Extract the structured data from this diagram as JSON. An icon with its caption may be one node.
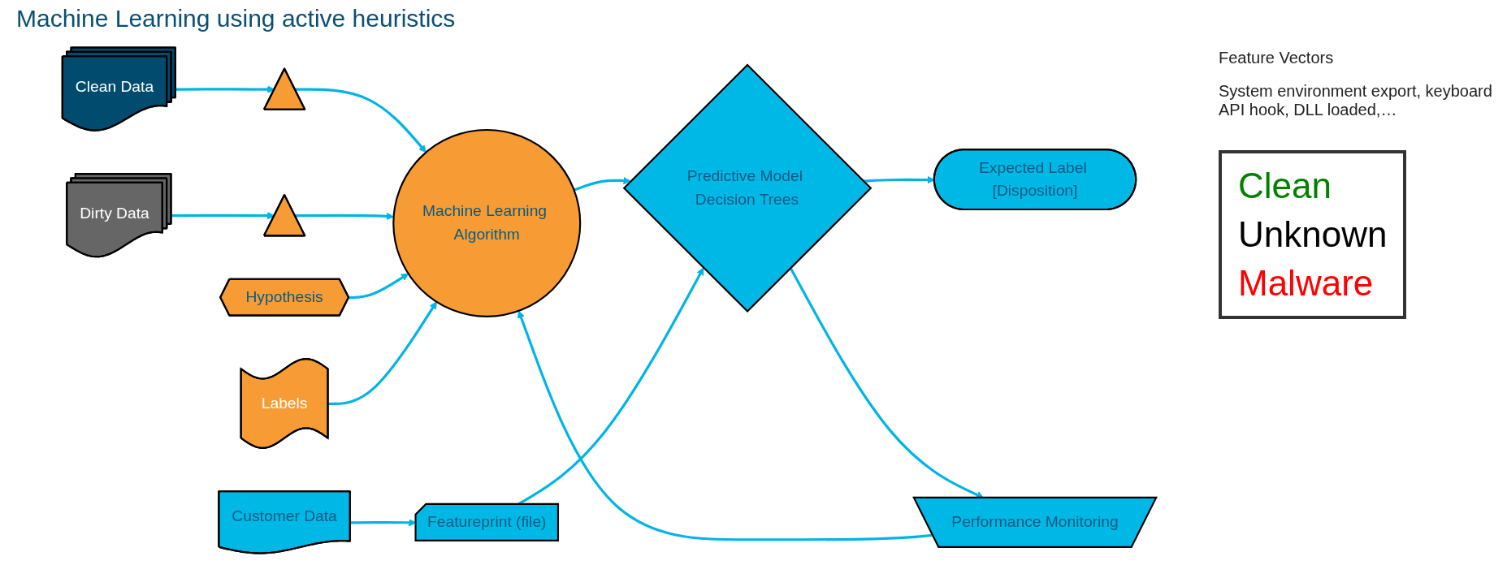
{
  "diagram": {
    "title": "Machine Learning using active heuristics",
    "nodes": [
      {
        "text": [
          "Hypothesis"
        ]
      },
      {
        "text": [
          "Clean Data"
        ]
      },
      {
        "text": [],
        "shape": "triangle"
      },
      {
        "text": [
          "Machine Learning Algorithm"
        ]
      },
      {
        "text": [
          "Featureprint (file)"
        ]
      },
      {
        "text": [
          "Customer Data"
        ]
      },
      {
        "text": [
          "Dirty Data"
        ]
      },
      {
        "text": [],
        "shape": "triangle"
      },
      {
        "text": [
          "Predictive Model Decision Trees"
        ]
      },
      {
        "text": [
          "Expected Label [Disposition]"
        ]
      },
      {
        "text": [
          "Labels"
        ]
      },
      {
        "text": [
          "Performance Monitoring"
        ]
      }
    ],
    "edges": [
      {
        "from": 1,
        "to": 2,
        "arrow": "to"
      },
      {
        "from": 2,
        "to": 3,
        "arrow": "to"
      },
      {
        "from": 6,
        "to": 7,
        "arrow": "to"
      },
      {
        "from": 7,
        "to": 3,
        "arrow": "to"
      },
      {
        "from": 0,
        "to": 3,
        "arrow": "to"
      },
      {
        "from": 10,
        "to": 3,
        "arrow": "to"
      },
      {
        "from": 11,
        "to": 3,
        "arrow": "to"
      },
      {
        "from": 3,
        "to": 8,
        "arrow": "to"
      },
      {
        "from": 5,
        "to": 4,
        "arrow": "to"
      },
      {
        "from": 4,
        "to": 8,
        "arrow": "to"
      },
      {
        "from": 8,
        "to": 9,
        "arrow": "to"
      },
      {
        "from": 8,
        "to": 11,
        "arrow": "to"
      }
    ],
    "labels": [
      "Feature Vectors",
      "System environment export, keyboard API hook, DLL loaded,…"
    ],
    "legend": [
      {
        "text": "Clean",
        "color": "#008000"
      },
      {
        "text": "Unknown",
        "color": "#000000"
      },
      {
        "text": "Malware",
        "color": "#ff0000"
      }
    ]
  }
}
